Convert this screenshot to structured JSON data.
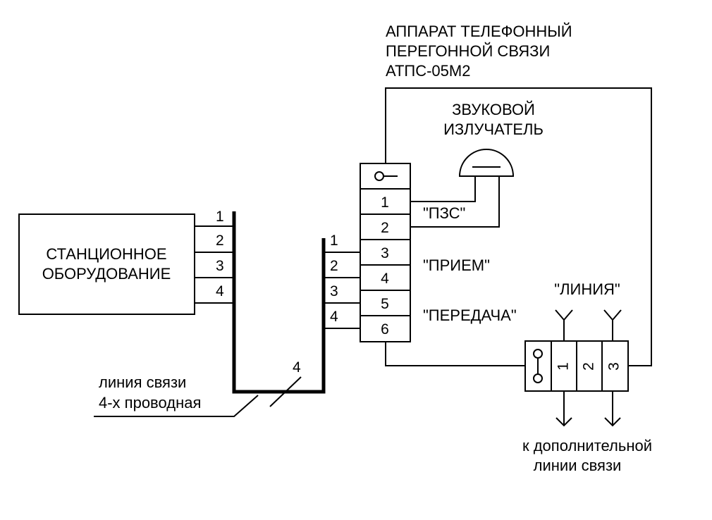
{
  "device_title": [
    "АППАРАТ ТЕЛЕФОННЫЙ",
    "ПЕРЕГОННОЙ СВЯЗИ",
    "АТПС-05М2"
  ],
  "speaker_label": [
    "ЗВУКОВОЙ",
    "ИЗЛУЧАТЕЛЬ"
  ],
  "station_label": [
    "СТАНЦИОННОЕ",
    "ОБОРУДОВАНИЕ"
  ],
  "station_wires": [
    "1",
    "2",
    "3",
    "4"
  ],
  "device_wires": [
    "1",
    "2",
    "3",
    "4"
  ],
  "terminal_numbers": [
    "1",
    "2",
    "3",
    "4",
    "5",
    "6"
  ],
  "signal_labels": {
    "pzs": "\"ПЗС\"",
    "priem": "\"ПРИЕМ\"",
    "peredacha": "\"ПЕРЕДАЧА\"",
    "liniya": "\"ЛИНИЯ\""
  },
  "line_terminal_numbers": [
    "1",
    "2",
    "3"
  ],
  "cable_count": "4",
  "cable_label": [
    "линия связи",
    "4-х проводная"
  ],
  "extra_line_label": [
    "к дополнительной",
    "линии связи"
  ]
}
